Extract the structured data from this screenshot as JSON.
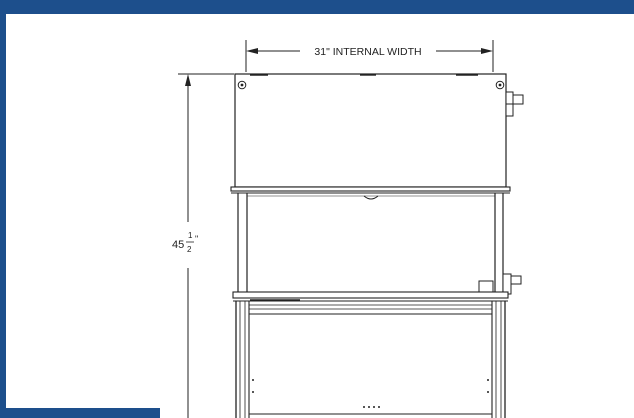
{
  "drawing": {
    "width_dimension_label": "31\" INTERNAL WIDTH",
    "height_dimension_whole": "45",
    "height_dimension_frac_num": "1",
    "height_dimension_frac_den": "2",
    "height_dimension_inch_mark": "\""
  },
  "colors": {
    "frame_blue": "#1d4f8c",
    "line": "#222222"
  }
}
